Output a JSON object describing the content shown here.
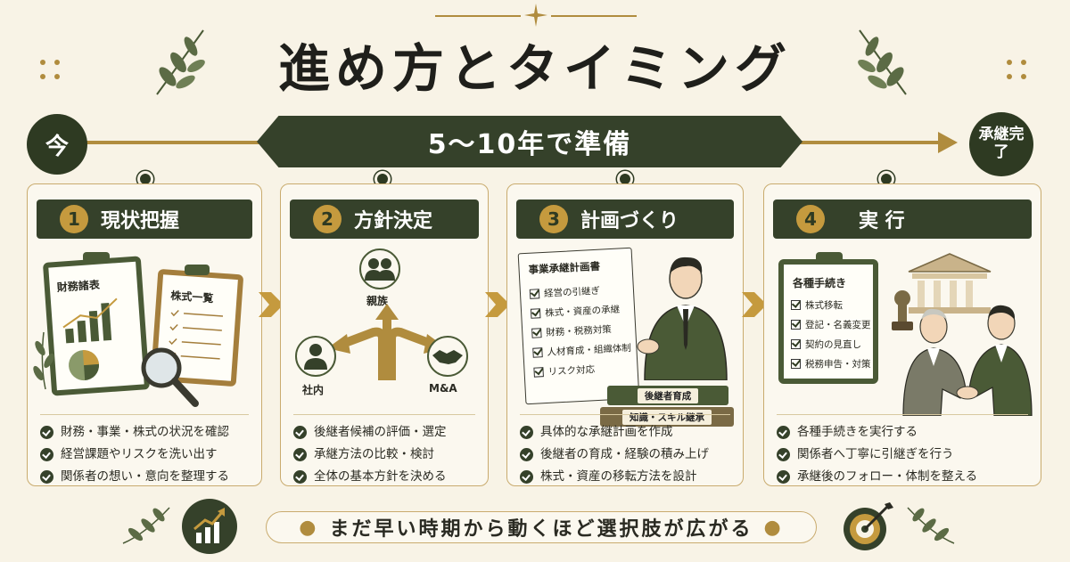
{
  "title": "進め方とタイミング",
  "timeline": {
    "start": "今",
    "banner": "5～10年で準備",
    "end": "承継完了"
  },
  "steps": [
    {
      "number": "1",
      "title": "現状把握",
      "doc1": "財務諸表",
      "doc2": "株式一覧",
      "bullets": [
        "財務・事業・株式の状況を確認",
        "経営課題やリスクを洗い出す",
        "関係者の想い・意向を整理する"
      ]
    },
    {
      "number": "2",
      "title": "方針決定",
      "option_top": "親族",
      "option_left": "社内",
      "option_right": "M&A",
      "bullets": [
        "後継者候補の評価・選定",
        "承継方法の比較・検討",
        "全体の基本方針を決める"
      ]
    },
    {
      "number": "3",
      "title": "計画づくり",
      "plan_title": "事業承継計画書",
      "plan_items": [
        "経営の引継ぎ",
        "株式・資産の承継",
        "財務・税務対策",
        "人材育成・組織体制",
        "リスク対応"
      ],
      "book_top": "後継者育成",
      "book_bottom": "知識・スキル継承",
      "bullets": [
        "具体的な承継計画を作成",
        "後継者の育成・経験の積み上げ",
        "株式・資産の移転方法を設計"
      ]
    },
    {
      "number": "4",
      "title": "実 行",
      "proc_title": "各種手続き",
      "proc_items": [
        "株式移転",
        "登記・名義変更",
        "契約の見直し",
        "税務申告・対策"
      ],
      "bullets": [
        "各種手続きを実行する",
        "関係者へ丁寧に引継ぎを行う",
        "承継後のフォロー・体制を整える"
      ]
    }
  ],
  "footer": "まだ早い時期から動くほど選択肢が広がる",
  "colors": {
    "background": "#f8f3e6",
    "dark_green": "#35412a",
    "gold": "#b08c3e",
    "card_border": "#c9ab6e"
  }
}
